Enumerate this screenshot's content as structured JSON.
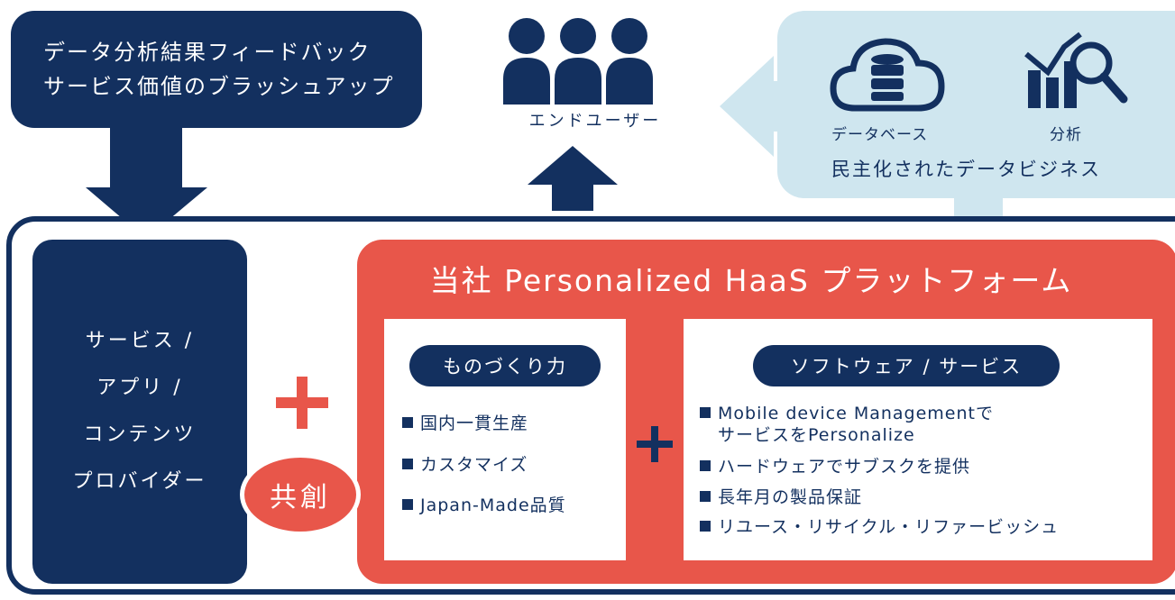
{
  "feedback": {
    "line1": "データ分析結果フィードバック",
    "line2": "サービス価値のブラッシュアップ"
  },
  "end_user": {
    "label": "エンドユーザー"
  },
  "data_business": {
    "database_label": "データベース",
    "analysis_label": "分析",
    "title": "民主化されたデータビジネス"
  },
  "provider": {
    "line1": "サービス /",
    "line2": "アプリ /",
    "line3": "コンテンツ",
    "line4": "プロバイダー"
  },
  "cocreation": {
    "label": "共創"
  },
  "platform": {
    "title": "当社 Personalized HaaS プラットフォーム",
    "manufacturing": {
      "heading": "ものづくり力",
      "items": [
        "国内一貫生産",
        "カスタマイズ",
        "Japan-Made品質"
      ]
    },
    "software": {
      "heading": "ソフトウェア / サービス",
      "item1_line1": "Mobile device Managementで",
      "item1_line2": "サービスをPersonalize",
      "items": [
        "ハードウェアでサブスクを提供",
        "長年月の製品保証",
        "リユース・リサイクル・リファービッシュ"
      ]
    }
  },
  "colors": {
    "navy": "#13305f",
    "red": "#e8564a",
    "light_blue": "#cfe6ef"
  }
}
